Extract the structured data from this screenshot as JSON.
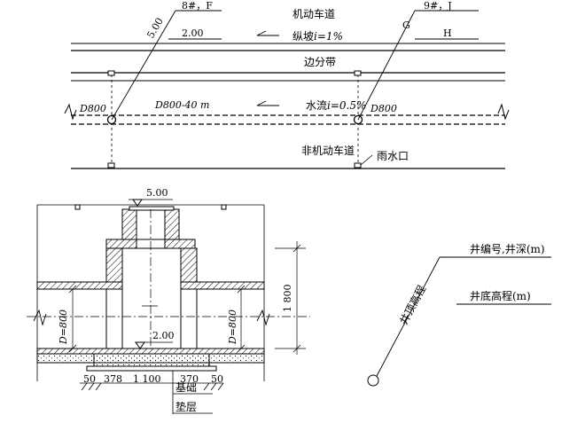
{
  "plan": {
    "road_label": "机动车道",
    "slope_label": "纵坡",
    "slope_value": "i=1%",
    "divider_label": "边分带",
    "nonmotor_label": "非机动车道",
    "inlet_label": "雨水口",
    "flow_label": "水流",
    "flow_value": "i=0.5%",
    "pipe_label": "D800-40 m",
    "left_well": {
      "id": "8#，F",
      "depth": "5.00",
      "bottom": "2.00",
      "dia": "D800"
    },
    "right_well": {
      "id": "9#，J",
      "depth": "G",
      "bottom": "H",
      "dia": "D800"
    }
  },
  "section": {
    "top_elev": "5.00",
    "bottom_elev": "2.00",
    "left_pipe": "D=800",
    "right_pipe": "D=800",
    "height_dim": "1 800",
    "dims": [
      "50",
      "378",
      "1 100",
      "370",
      "50"
    ],
    "foundation_label": "基础",
    "cushion_label": "垫层"
  },
  "legend": {
    "top_elev_label": "井顶高程",
    "well_label": "井编号,井深(m)",
    "bottom_label": "井底高程(m)"
  },
  "colors": {
    "line": "#000000",
    "background": "#ffffff"
  }
}
